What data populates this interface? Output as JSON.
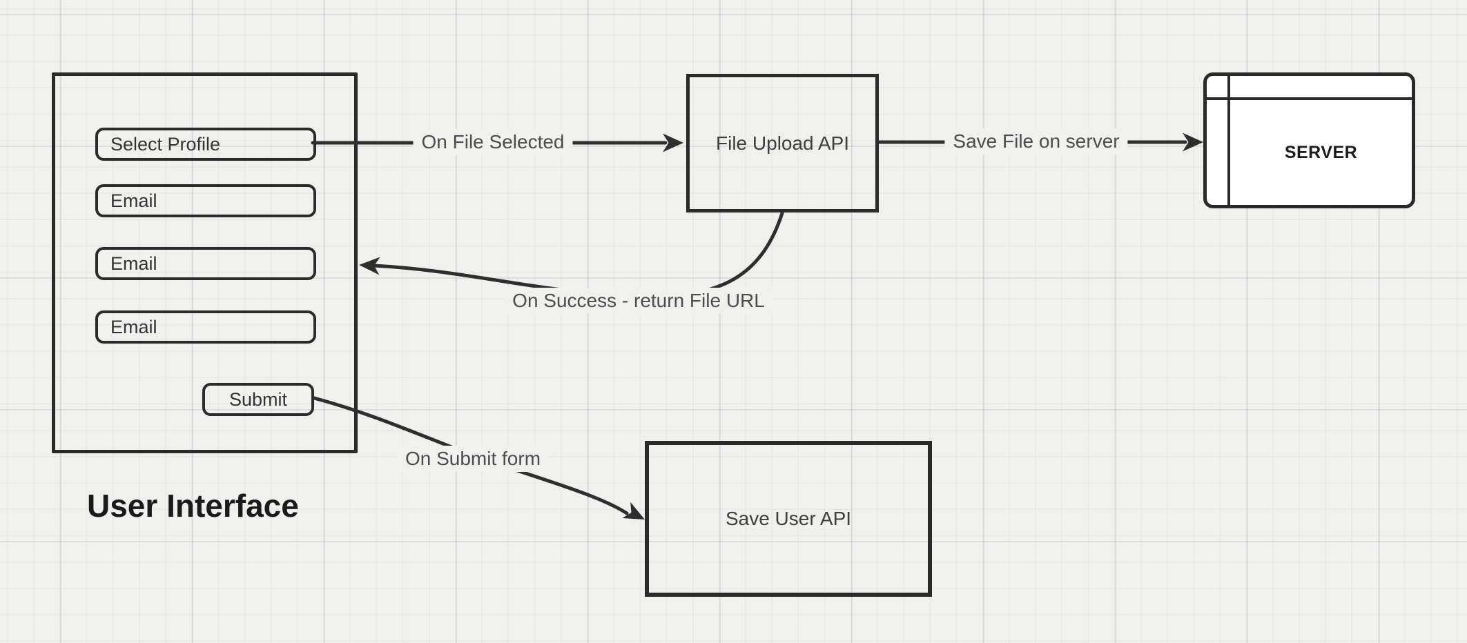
{
  "diagram": {
    "colors": {
      "canvas_background": "#f0f0ee",
      "shape_stroke": "#2a2a2a",
      "server_fill": "#ffffff",
      "edge_label_text": "#4c4c4c"
    },
    "ui_group": {
      "title": "User Interface",
      "fields": [
        {
          "label": "Select Profile"
        },
        {
          "label": "Email"
        },
        {
          "label": "Email"
        },
        {
          "label": "Email"
        }
      ],
      "submit": {
        "label": "Submit"
      }
    },
    "nodes": {
      "file_upload_api": {
        "label": "File Upload API"
      },
      "server": {
        "label": "SERVER"
      },
      "save_user_api": {
        "label": "Save User API"
      }
    },
    "connectors": {
      "on_file_selected": {
        "label": "On File Selected"
      },
      "save_file_on_server": {
        "label": "Save File on server"
      },
      "on_success": {
        "label": "On Success - return File URL"
      },
      "on_submit": {
        "label": "On Submit form"
      }
    }
  }
}
